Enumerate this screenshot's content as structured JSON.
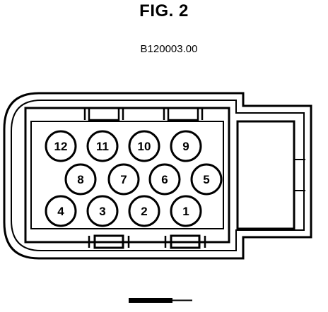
{
  "figure": {
    "title": "FIG. 2",
    "code": "B120003.00"
  },
  "connector": {
    "pins": [
      {
        "id": "12",
        "row": 0,
        "col": 0
      },
      {
        "id": "11",
        "row": 0,
        "col": 1
      },
      {
        "id": "10",
        "row": 0,
        "col": 2
      },
      {
        "id": "9",
        "row": 0,
        "col": 3
      },
      {
        "id": "8",
        "row": 1,
        "col": 0
      },
      {
        "id": "7",
        "row": 1,
        "col": 1
      },
      {
        "id": "6",
        "row": 1,
        "col": 2
      },
      {
        "id": "5",
        "row": 1,
        "col": 3
      },
      {
        "id": "4",
        "row": 2,
        "col": 0
      },
      {
        "id": "3",
        "row": 2,
        "col": 1
      },
      {
        "id": "2",
        "row": 2,
        "col": 2
      },
      {
        "id": "1",
        "row": 2,
        "col": 3
      }
    ]
  },
  "colors": {
    "line": "#000000",
    "background": "#ffffff"
  }
}
